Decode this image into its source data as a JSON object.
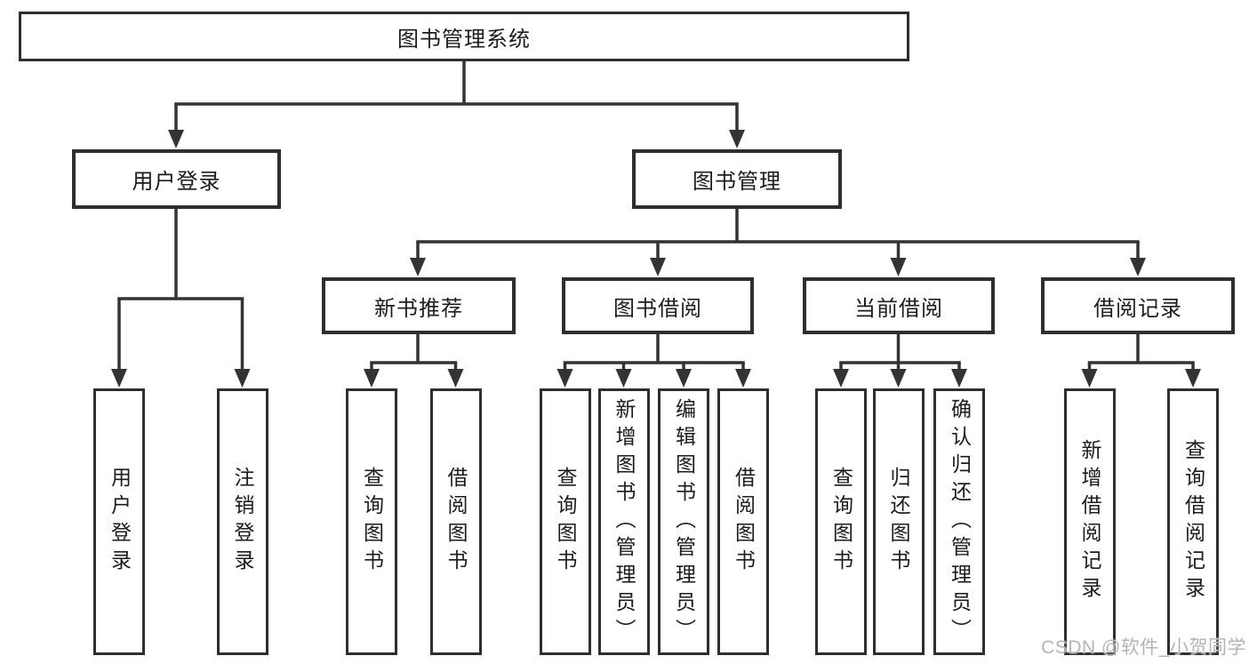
{
  "tree": {
    "root": {
      "label": "图书管理系统",
      "children": [
        {
          "label": "用户登录",
          "children": [
            {
              "label": "用户登录"
            },
            {
              "label": "注销登录"
            }
          ]
        },
        {
          "label": "图书管理",
          "children": [
            {
              "label": "新书推荐",
              "children": [
                {
                  "label": "查询图书"
                },
                {
                  "label": "借阅图书"
                }
              ]
            },
            {
              "label": "图书借阅",
              "children": [
                {
                  "label": "查询图书"
                },
                {
                  "label": "新增图书（管理员）"
                },
                {
                  "label": "编辑图书（管理员）"
                },
                {
                  "label": "借阅图书"
                }
              ]
            },
            {
              "label": "当前借阅",
              "children": [
                {
                  "label": "查询图书"
                },
                {
                  "label": "归还图书"
                },
                {
                  "label": "确认归还（管理员）"
                }
              ]
            },
            {
              "label": "借阅记录",
              "children": [
                {
                  "label": "新增借阅记录"
                },
                {
                  "label": "查询借阅记录"
                }
              ]
            }
          ]
        }
      ]
    }
  },
  "watermark": {
    "text": "CSDN @软件_小贺同学"
  },
  "colors": {
    "line": "#333333",
    "box_border": "#2e2e2e",
    "text": "#1c1c1c",
    "background": "#ffffff",
    "watermark": "#b4b4b4"
  }
}
